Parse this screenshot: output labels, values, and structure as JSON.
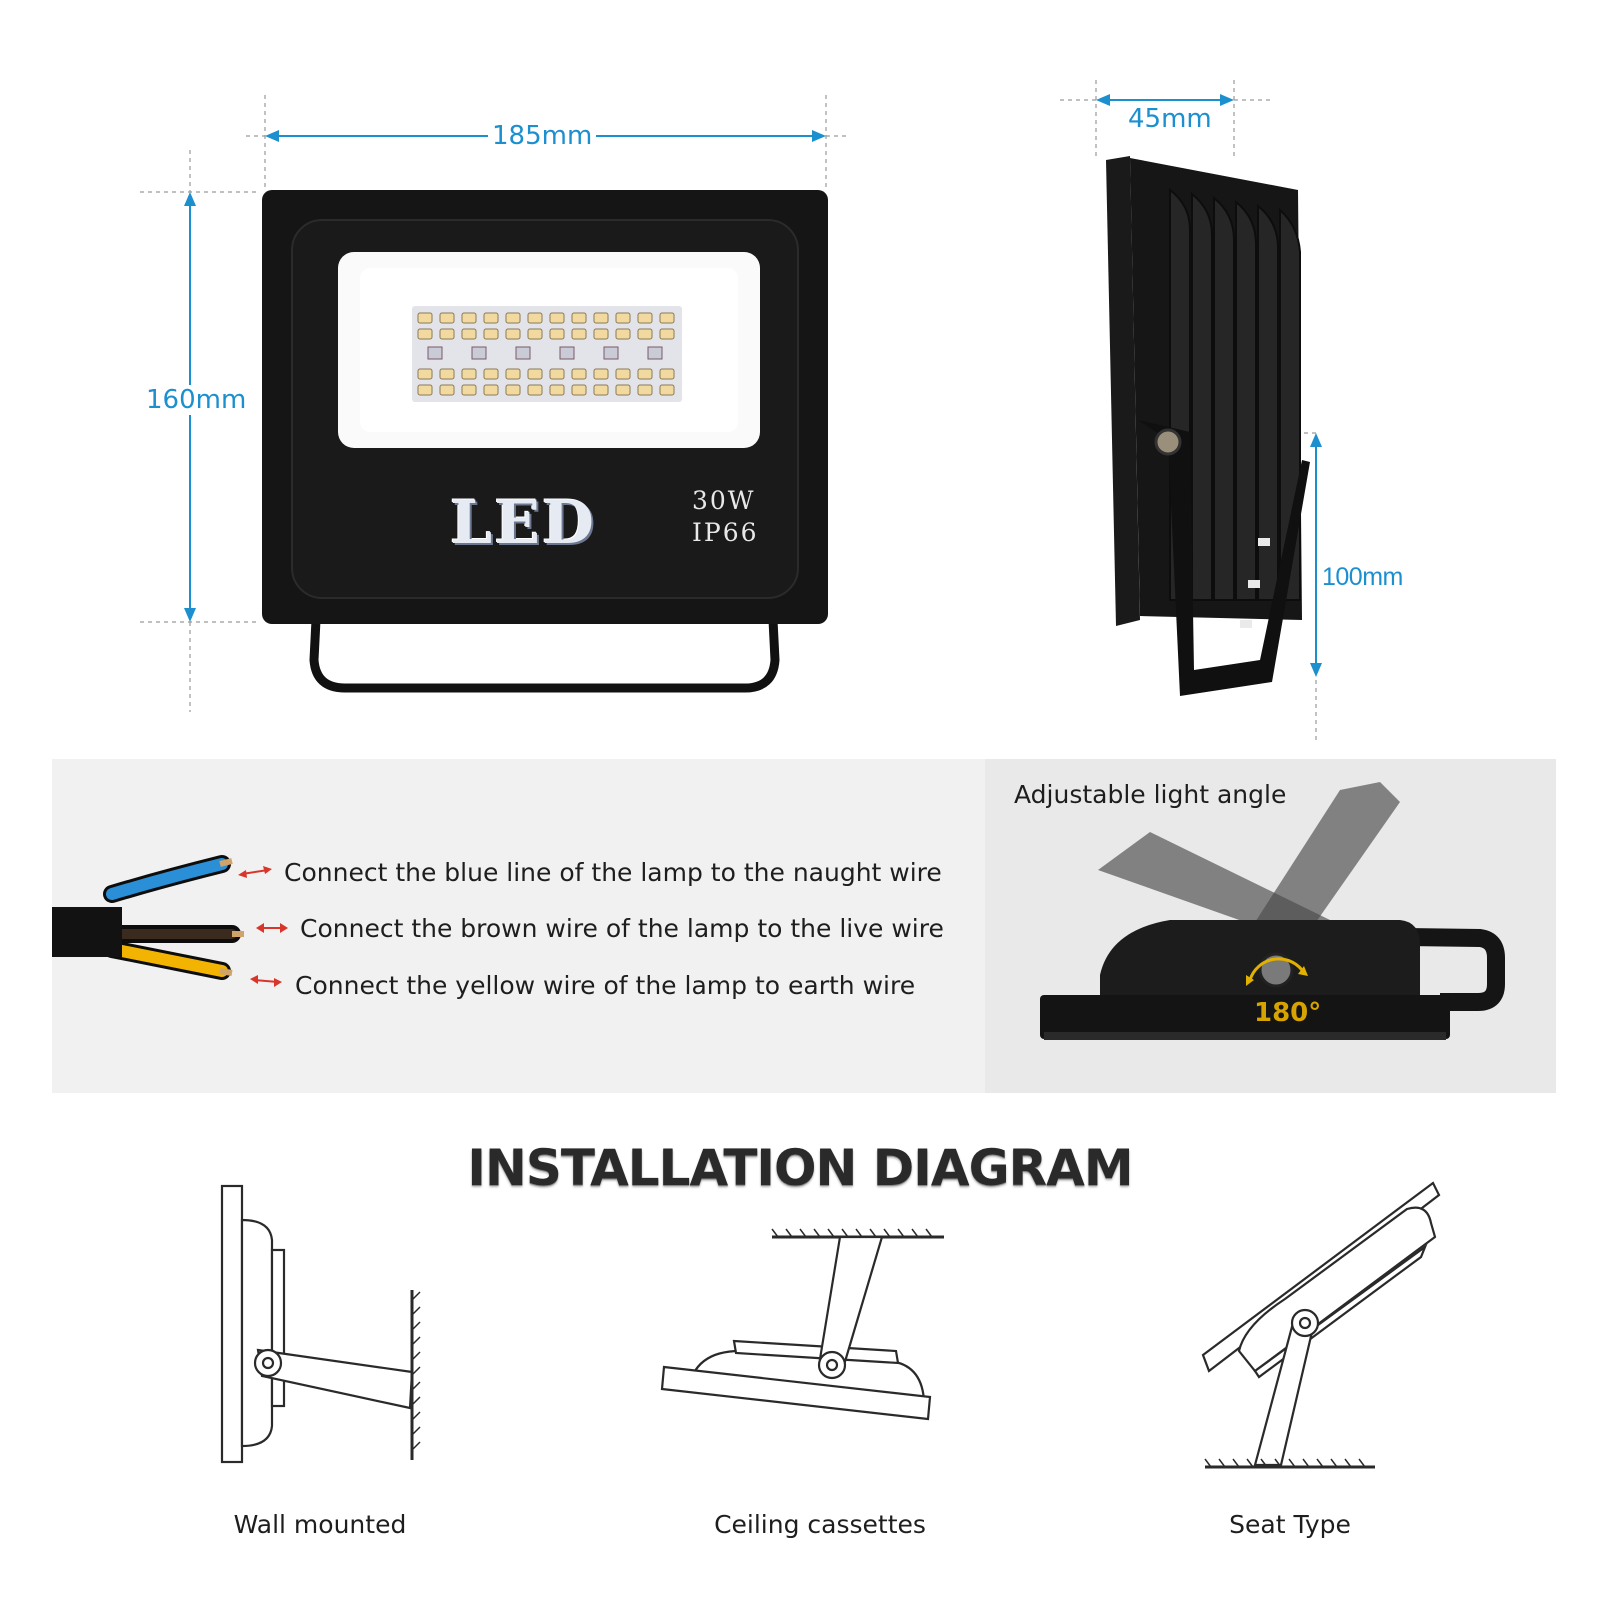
{
  "dimensions": {
    "width": "185mm",
    "height": "160mm",
    "depth": "45mm",
    "bracket": "100mm"
  },
  "lamp": {
    "brand_text": "LED",
    "power": "30W",
    "rating": "IP66"
  },
  "wiring": {
    "lines": [
      {
        "text": "Connect the blue line of the lamp to the naught wire",
        "color": "#2a8fd6"
      },
      {
        "text": "Connect the brown wire of the lamp to the live wire",
        "color": "#3b2a1e"
      },
      {
        "text": "Connect the yellow  wire of the lamp to earth wire",
        "color": "#f2b400"
      }
    ]
  },
  "angle": {
    "title": "Adjustable light angle",
    "value": "180°"
  },
  "installation": {
    "title": "INSTALLATION DIAGRAM",
    "types": [
      "Wall mounted",
      "Ceiling cassettes",
      "Seat Type"
    ]
  },
  "colors": {
    "dimension_accent": "#1c8fcf",
    "arrow_red": "#d9362b",
    "lamp_body": "#151515"
  }
}
